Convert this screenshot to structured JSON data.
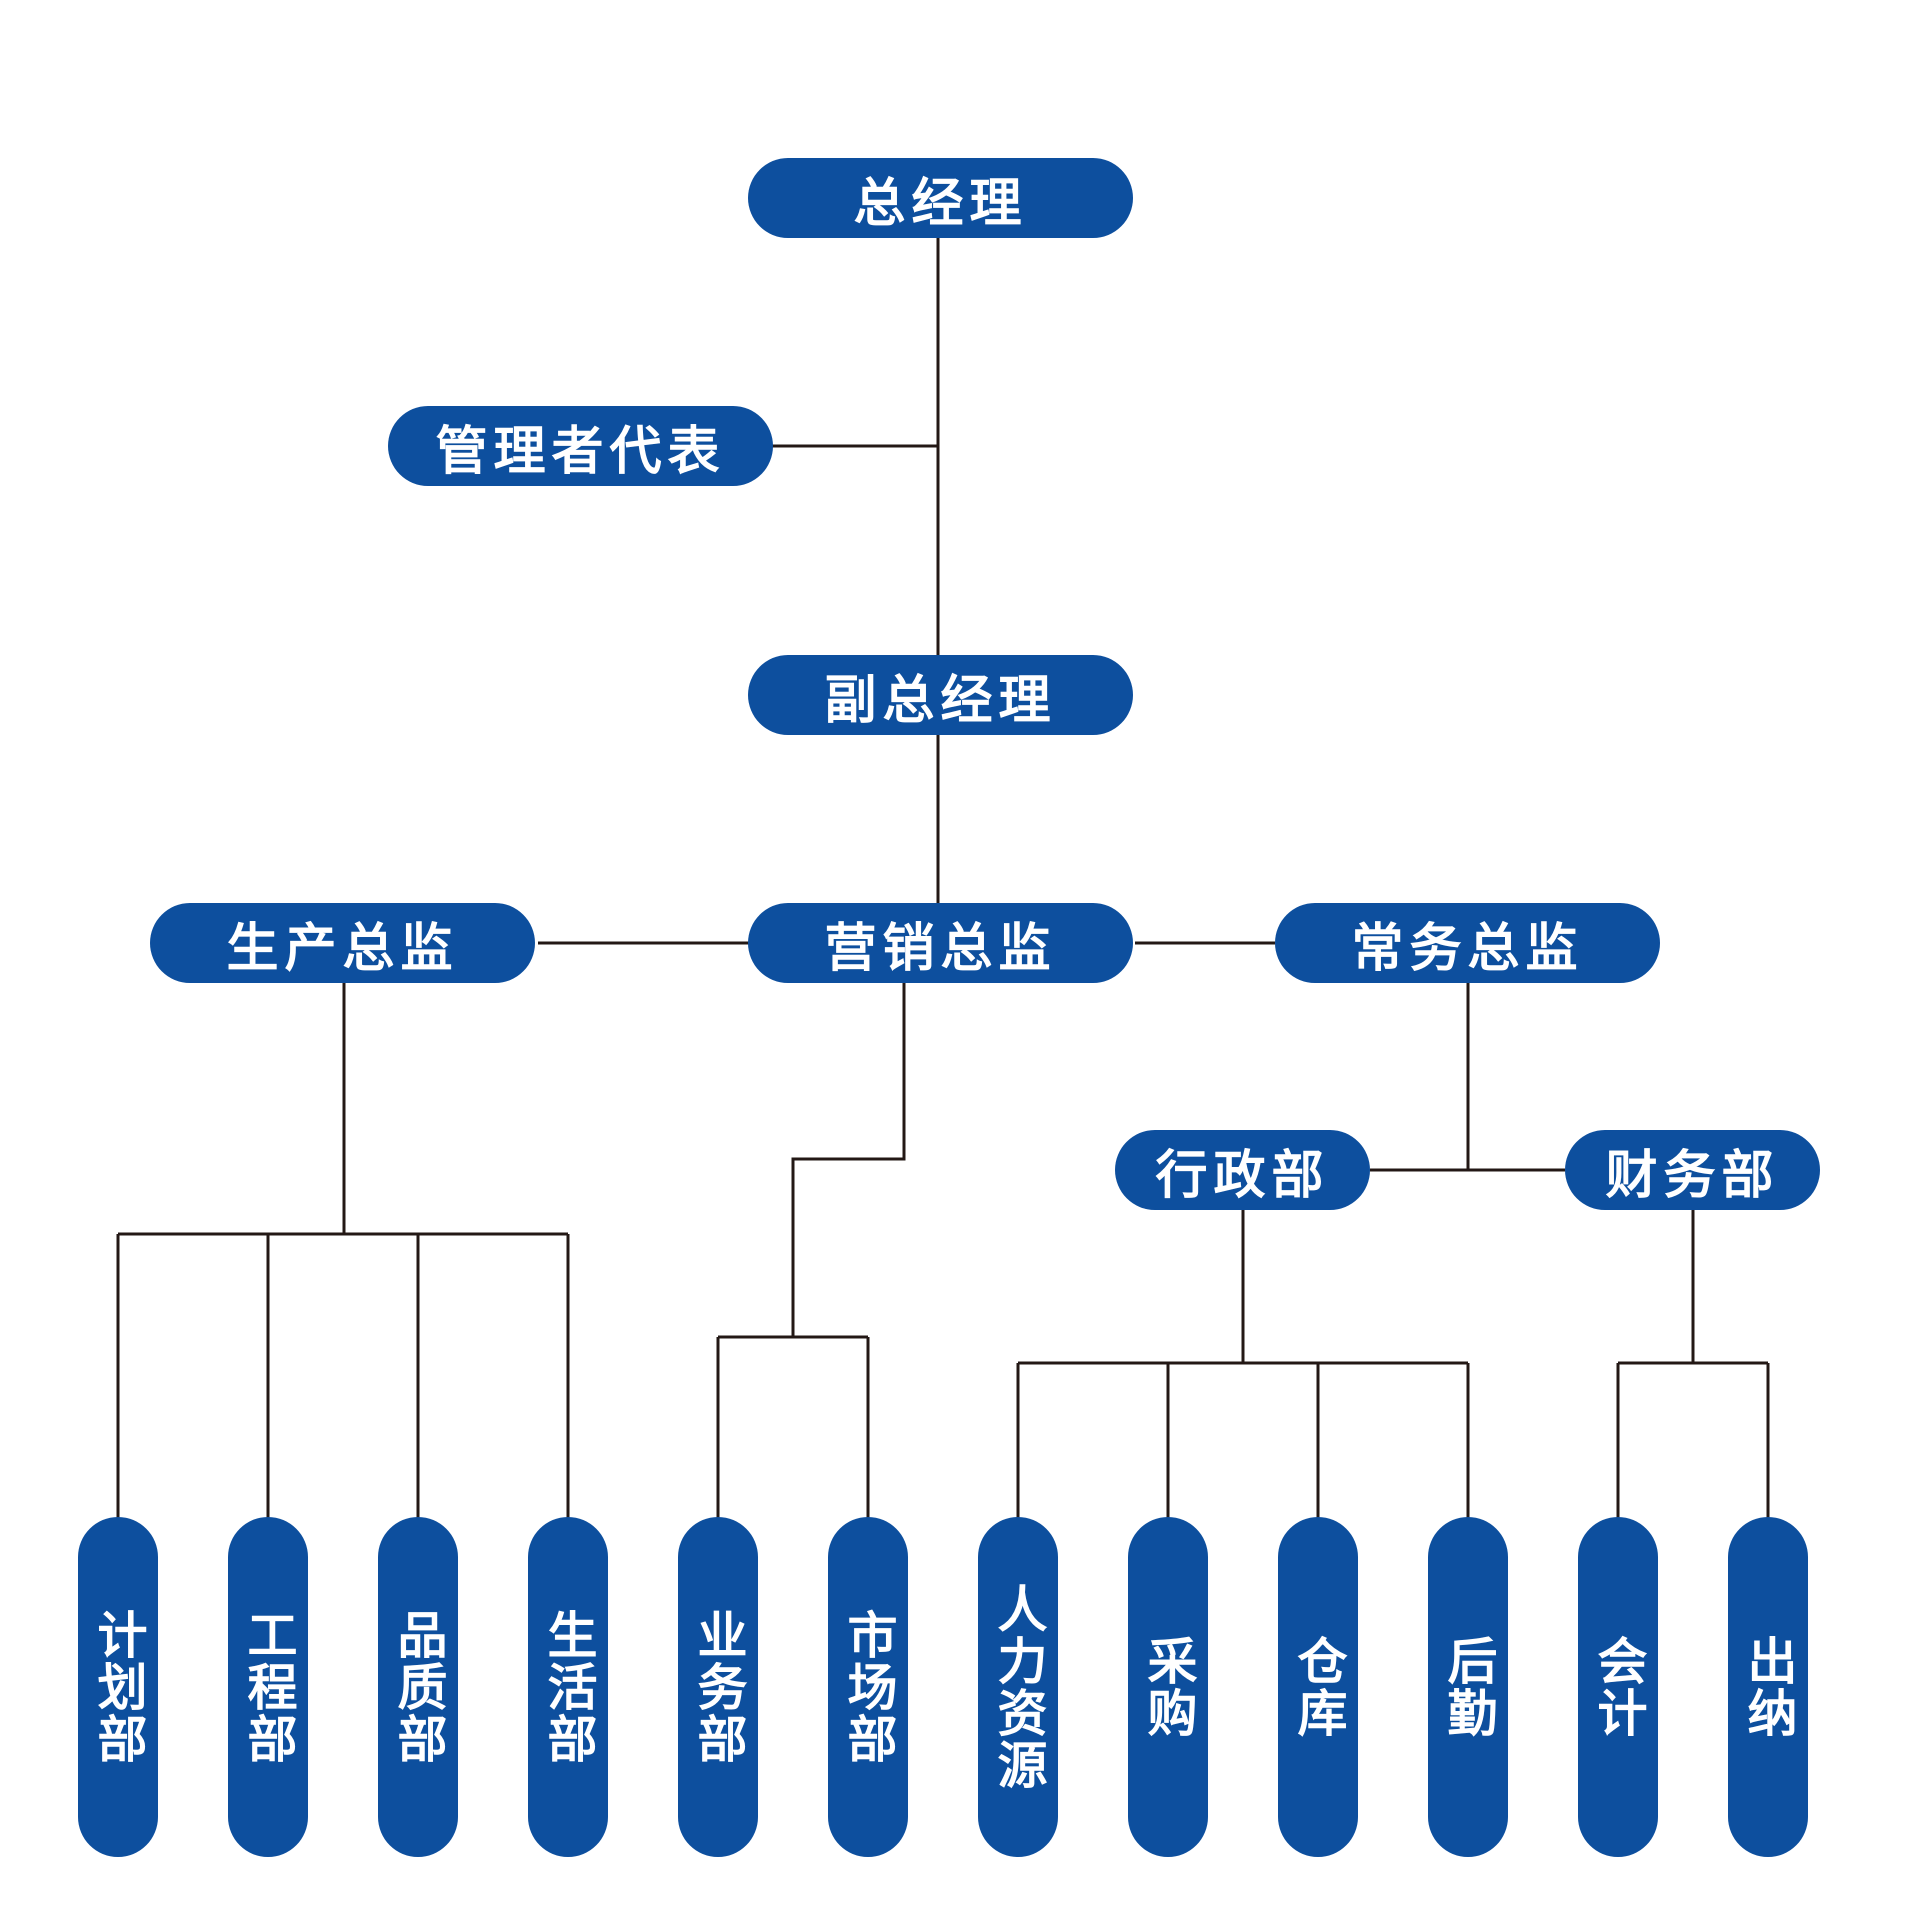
{
  "colors": {
    "node_fill": "#0d4f9e",
    "node_text": "#ffffff",
    "connector": "#231815",
    "background": "#ffffff"
  },
  "nodes": {
    "general_manager": "总经理",
    "management_representative": "管理者代表",
    "deputy_general_manager": "副总经理",
    "production_director": "生产总监",
    "marketing_director": "营销总监",
    "operations_director": "常务总监",
    "administration_dept": "行政部",
    "finance_dept": "财务部",
    "planning_dept": "计划部",
    "engineering_dept": "工程部",
    "quality_dept": "品质部",
    "living_dept": "生活部",
    "business_dept": "业务部",
    "market_dept": "市场部",
    "human_resources": "人力资源",
    "procurement": "采购",
    "warehouse": "仓库",
    "logistics": "后勤",
    "accounting": "会计",
    "cashier": "出纳"
  }
}
